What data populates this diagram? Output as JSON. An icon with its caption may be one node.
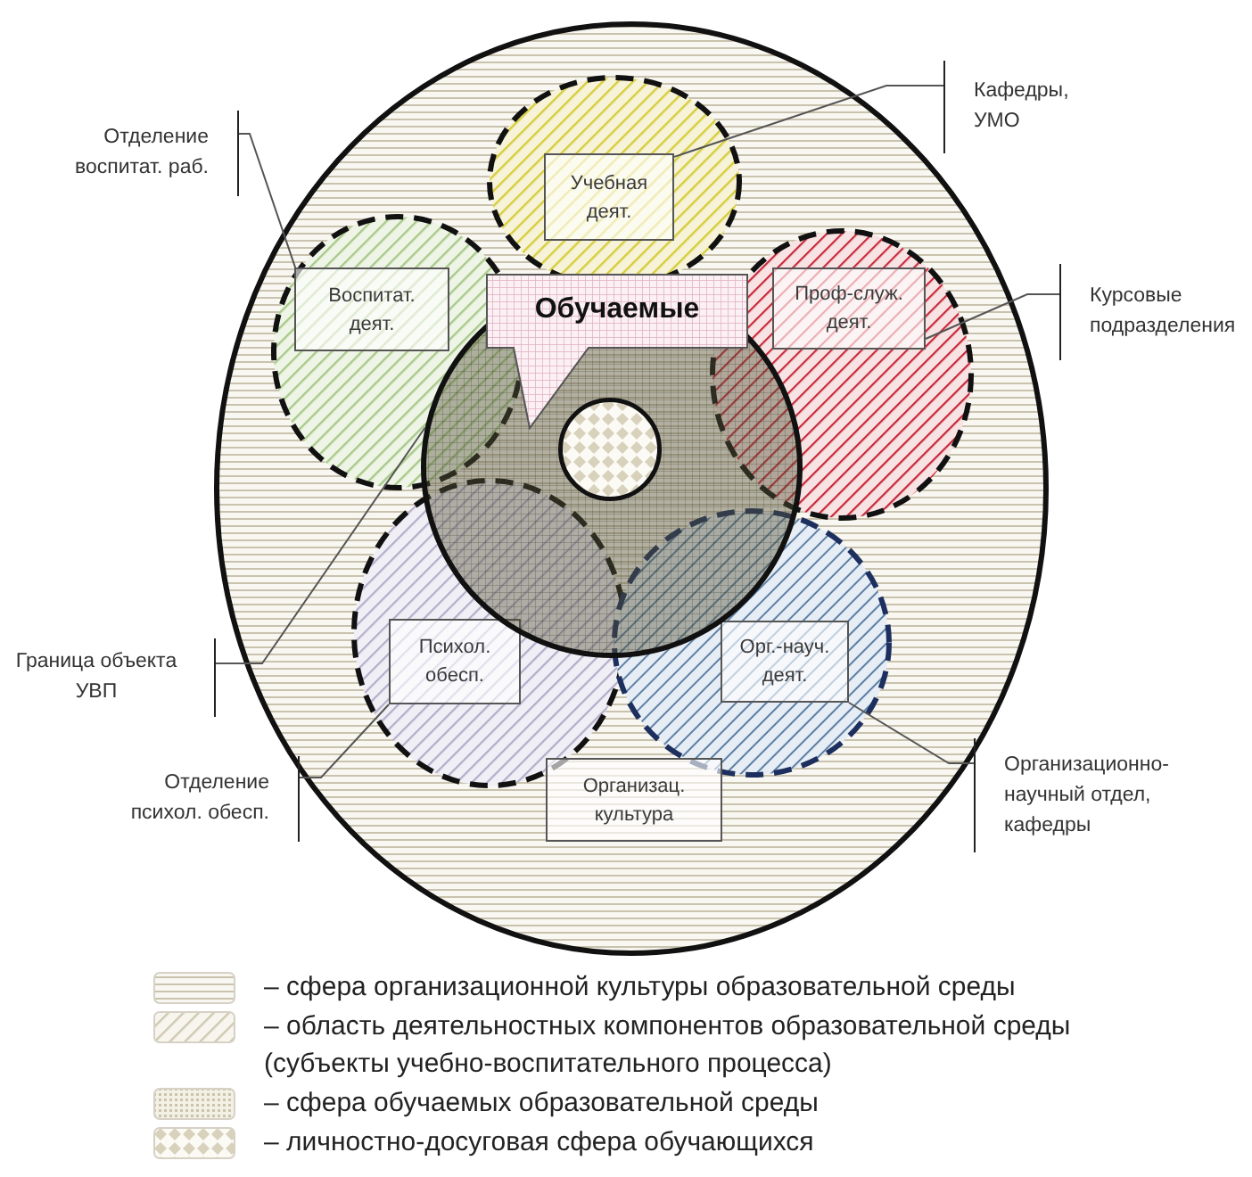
{
  "diagram": {
    "nodes": [
      {
        "text": [],
        "shape": "ellipse"
      },
      {
        "text": [],
        "shape": "ellipse",
        "in": 0
      },
      {
        "text": [
          "Учебная деят."
        ],
        "in": 1
      },
      {
        "text": [],
        "shape": "ellipse",
        "in": 0
      },
      {
        "text": [
          "Воспитат. деят."
        ],
        "in": 3
      },
      {
        "text": [],
        "shape": "circle",
        "in": 0
      },
      {
        "text": [
          "Обучаемые"
        ],
        "in": 5
      },
      {
        "text": [],
        "shape": "ellipse",
        "in": 0
      },
      {
        "text": [
          "Проф-служ. деят."
        ],
        "in": 7
      },
      {
        "text": [],
        "shape": "circle",
        "in": 5
      },
      {
        "text": [],
        "shape": "ellipse",
        "in": 0
      },
      {
        "text": [
          "Психол. обесп."
        ],
        "in": 10
      },
      {
        "text": [],
        "shape": "ellipse",
        "in": 0
      },
      {
        "text": [
          "Орг.-науч. деят."
        ],
        "in": 12
      },
      {
        "text": [
          "Организац. культура"
        ],
        "in": 0
      },
      {
        "text": [
          "Отделение воспитат. раб."
        ]
      },
      {
        "text": [
          "Кафедры, УМО"
        ]
      },
      {
        "text": [
          "Курсовые подразделения"
        ]
      },
      {
        "text": [
          "Граница объекта УВП"
        ]
      },
      {
        "text": [
          "Отделение психол. обесп."
        ]
      },
      {
        "text": [
          "Организационно-научный отдел, кафедры"
        ]
      }
    ],
    "edges": [
      {
        "from": 15,
        "to": 4,
        "arrow": "none"
      },
      {
        "from": 16,
        "to": 2,
        "arrow": "none"
      },
      {
        "from": 17,
        "to": 8,
        "arrow": "none"
      },
      {
        "from": 18,
        "to": 5,
        "arrow": "none"
      },
      {
        "from": 19,
        "to": 11,
        "arrow": "none"
      },
      {
        "from": 20,
        "to": 13,
        "arrow": "none"
      }
    ],
    "legend": [
      {
        "text": "– сфера организационной культуры образовательной среды"
      },
      {
        "text": "– область деятельностных компонентов образовательной среды (субъекты учебно-воспитательного процесса)"
      },
      {
        "text": "– сфера обучаемых образовательной среды"
      },
      {
        "text": "– личностно-досуговая сфера обучающихся"
      }
    ]
  }
}
